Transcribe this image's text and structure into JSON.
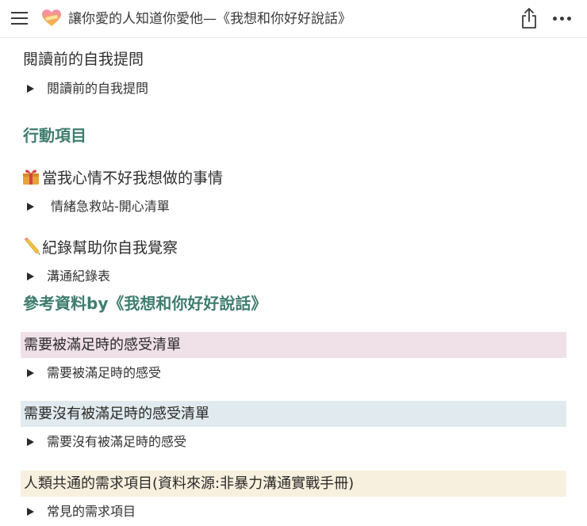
{
  "header": {
    "page_icon": "mending-heart-icon",
    "title": "讓你愛的人知道你愛他—《我想和你好好說話》",
    "menu_icon": "hamburger-menu-icon",
    "share_icon": "share-icon",
    "more_icon": "more-options-icon"
  },
  "content": {
    "section1": {
      "heading": "閱讀前的自我提問",
      "toggle": "閱讀前的自我提問"
    },
    "action_heading": "行動項目",
    "section2": {
      "emoji": "gift-icon",
      "heading": "當我心情不好我想做的事情",
      "toggle": "情緒急救站-開心清單"
    },
    "section3": {
      "emoji": "pencil-icon",
      "heading": "紀錄幫助你自我覺察",
      "toggle": "溝通紀錄表"
    },
    "reference_heading": "參考資料by《我想和你好好說話》",
    "band1": {
      "heading": "需要被滿足時的感受清單",
      "color": "#f0e0e8",
      "toggle": "需要被滿足時的感受"
    },
    "band2": {
      "heading": "需要沒有被滿足時的感受清單",
      "color": "#e1ebef",
      "toggle": "需要沒有被滿足時的感受"
    },
    "band3": {
      "heading": "人類共通的需求項目(資料來源:非暴力溝通實戰手冊)",
      "color": "#f8f0de",
      "toggle": "常見的需求項目"
    }
  },
  "colors": {
    "accent_green": "#3f7d6e",
    "text": "#2f2f2f"
  }
}
